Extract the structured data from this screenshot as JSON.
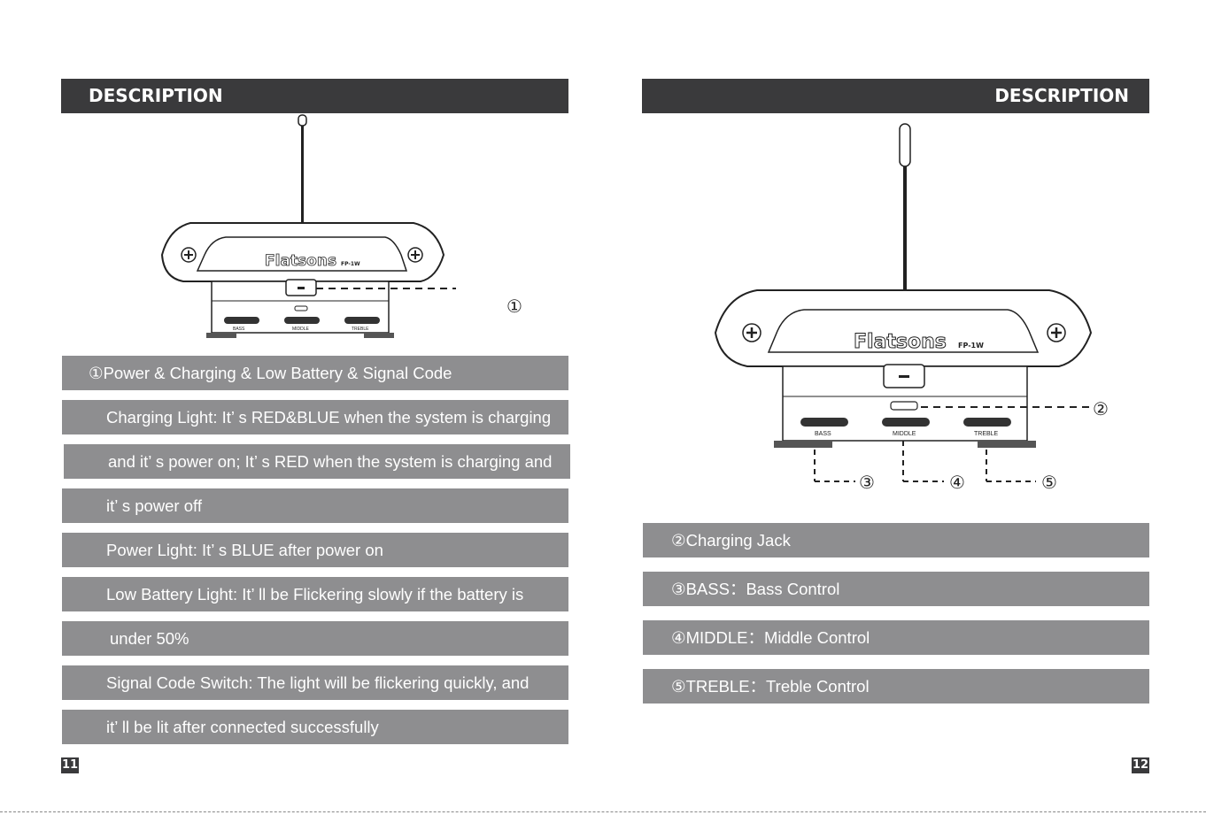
{
  "left_page": {
    "header": "DESCRIPTION",
    "callout": "①",
    "device_brand": "Flatsons",
    "device_model": "FP-1W",
    "knob_labels": [
      "BASS",
      "MIDDLE",
      "TREBLE"
    ],
    "lines": [
      "①Power & Charging & Low Battery & Signal Code",
      "Charging Light: It’ s RED&BLUE when the system is charging",
      "and it’ s power on; It’ s RED when the system is charging and",
      "it’ s power off",
      "Power Light: It’ s BLUE after power on",
      "Low Battery Light: It’ ll be Flickering slowly if the battery is",
      "under 50%",
      "Signal Code Switch: The light will be flickering quickly, and",
      "it’ ll be lit after connected successfully"
    ],
    "page_number": "11"
  },
  "right_page": {
    "header": "DESCRIPTION",
    "callouts": [
      "②",
      "③",
      "④",
      "⑤"
    ],
    "device_brand": "Flatsons",
    "device_model": "FP-1W",
    "knob_labels": [
      "BASS",
      "MIDDLE",
      "TREBLE"
    ],
    "lines": [
      "②Charging Jack",
      "③BASS：Bass Control",
      "④MIDDLE：Middle Control",
      "⑤TREBLE：Treble Control"
    ],
    "page_number": "12"
  },
  "colors": {
    "header_bg": "#3a3a3c",
    "bar_bg": "#8e8e90",
    "text_on_bar": "#ffffff"
  }
}
